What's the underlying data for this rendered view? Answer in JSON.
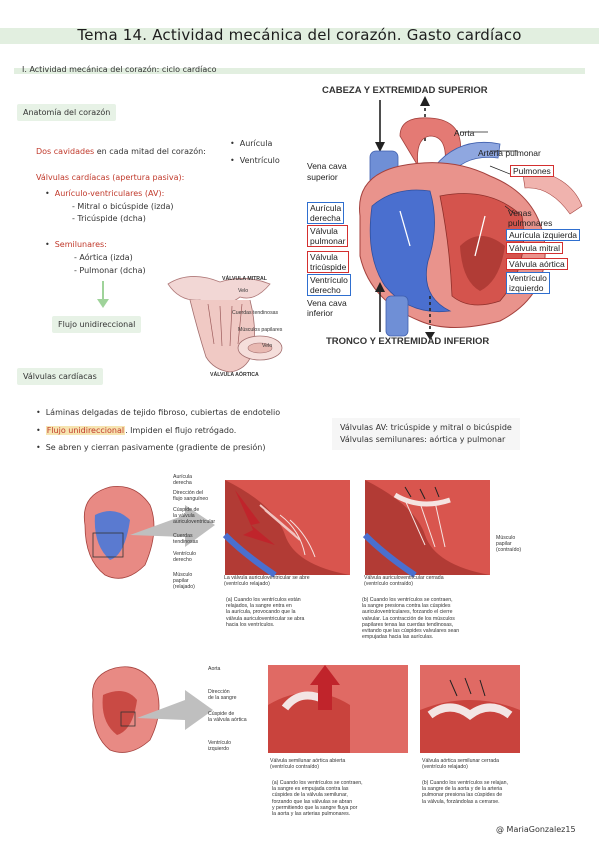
{
  "header": {
    "title": "Tema 14. Actividad mecánica del corazón. Gasto cardíaco",
    "section": "I. Actividad mecánica del corazón: ciclo cardíaco"
  },
  "anatomy": {
    "box_label": "Anatomía del corazón",
    "cavities_prefix": "Dos cavidades",
    "cavities_text": " en cada mitad del corazón:",
    "cavities_items": [
      "Aurícula",
      "Ventrículo"
    ],
    "valves_heading": "Válvulas cardíacas (apertura pasiva):",
    "av_title": "Aurículo-ventriculares (AV):",
    "av_items": [
      "- Mitral o bicúspide (izda)",
      "- Tricúspide (dcha)"
    ],
    "semi_title": "Semilunares:",
    "semi_items": [
      "- Aórtica (izda)",
      "- Pulmonar (dcha)"
    ],
    "flow_box": "Flujo unidireccional"
  },
  "valve_sketch": {
    "labels": [
      "VÁLVULA MITRAL",
      "Velo",
      "Cuerdas tendinosas",
      "Músculos papilares",
      "Velo",
      "VÁLVULA AÓRTICA"
    ]
  },
  "heart_diagram": {
    "top_caption": "CABEZA Y EXTREMIDAD SUPERIOR",
    "bottom_caption": "TRONCO Y EXTREMIDAD INFERIOR",
    "labels": {
      "aorta": "Aorta",
      "arteria_pulmonar": "Arteria pulmonar",
      "vena_cava_sup": "Vena cava\nsuperior",
      "pulmones": "Pulmones",
      "auricula_der": "Aurícula\nderecha",
      "venas_pulm": "Venas\npulmonares",
      "valvula_pulmonar": "Válvula\npulmonar",
      "auricula_izq": "Aurícula izquierda",
      "valvula_mitral": "Válvula mitral",
      "valvula_tricuspide": "Válvula\ntricúspide",
      "valvula_aortica": "Válvula aórtica",
      "ventriculo_der": "Ventrículo\nderecho",
      "ventriculo_izq": "Ventrículo\nizquierdo",
      "vena_cava_inf": "Vena cava\ninferior"
    }
  },
  "valves_section": {
    "box_label": "Válvulas cardíacas",
    "bullets": [
      {
        "text": "Láminas delgadas de tejido fibroso, cubiertas de endotelio",
        "highlight": ""
      },
      {
        "text": ". Impiden el flujo retrógado.",
        "highlight": "Flujo unidireccional"
      },
      {
        "text": "Se abren y cierran pasivamente (gradiente de presión)",
        "highlight": ""
      }
    ],
    "note_lines": [
      "Válvulas AV: tricúspide y mitral o bicúspide",
      "Válvulas semilunares: aórtica y pulmonar"
    ]
  },
  "figure_av": {
    "left_labels": [
      "Aurícula\nderecha",
      "Dirección del\nflujo sanguíneo",
      "Cúspide de\nla válvula\nauriculoventricular",
      "Cuerdas\ntendinosas",
      "Ventrículo\nderecho",
      "Músculo\npapilar\n(relajado)"
    ],
    "right_label": "Músculo\npapilar\n(contraído)",
    "cap_open": "La válvula auriculoventricular se abre\n(ventrículo relajado)",
    "cap_closed": "Válvula auriculoventricular cerrada\n(ventrículo contraído)",
    "desc_a": "(a) Cuando los ventrículos están\nrelajados, la sangre entra en\nla aurícula, provocando que la\nválvula auriculoventricular se abra\nhacia los ventrículos.",
    "desc_b": "(b) Cuando los ventrículos se contraen,\nla sangre presiona contra las cúspides\nauriculoventriculares, forzando el cierre\nvalvular. La contracción de los músculos\npapilares tensa las cuerdas tendinosas,\nevitando que las cúspides valvulares sean\nempujadas hacia las aurículas."
  },
  "figure_semi": {
    "left_labels": [
      "Aorta",
      "Dirección\nde la sangre",
      "Cúspide de\nla válvula aórtica",
      "Ventrículo\nizquierdo"
    ],
    "cap_open": "Válvula semilunar aórtica abierta\n(ventrículo contraído)",
    "cap_closed": "Válvula aórtica semilunar cerrada\n(ventrículo relajado)",
    "desc_a": "(a) Cuando los ventrículos se contraen,\nla sangre es empujada contra las\ncúspides de la válvula semilunar,\nforzando que las válvulas se abran\ny permitiendo que la sangre fluya por\nla aorta y las arterias pulmonares.",
    "desc_b": "(b) Cuando los ventrículos se relajan,\nla sangre de la aorta y de la arteria\npulmonar presiona las cúspides de\nla válvula, forzándolas a cerrarse."
  },
  "footer": {
    "credit": "@ MariaGonzalez15"
  },
  "colors": {
    "band": "#e2efe0",
    "box": "#e7f2e6",
    "accent_red": "#c0392b",
    "highlight": "#f6e4b0",
    "label_blue": "#2f6fcf",
    "label_red": "#d32f2f"
  }
}
